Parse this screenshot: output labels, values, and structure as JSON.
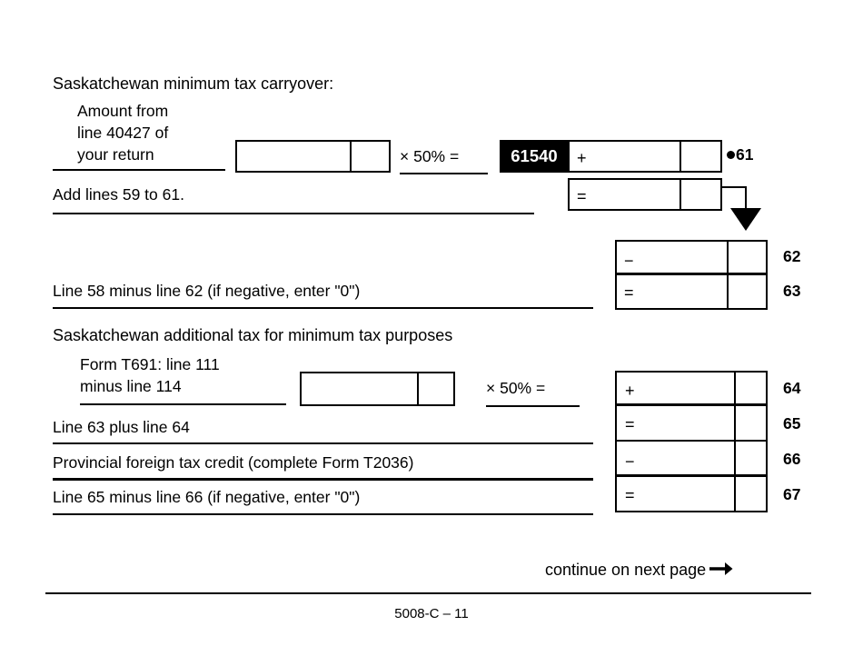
{
  "page": {
    "form_code": "5008-C – 11",
    "continue_note": "continue on next page",
    "continue_icon": "arrow-right-icon"
  },
  "section_carryover": {
    "heading": "Saskatchewan minimum tax carryover:",
    "amount_label_line1": "Amount from",
    "amount_label_line2": "line 40427 of",
    "amount_label_line3": "your return",
    "multiplier": "× 50% =",
    "highlight_value": "61540",
    "highlight_color": "#000000",
    "highlight_text_color": "#ffffff",
    "line61_marker": "61",
    "line61_operator": "+",
    "add_lines_label": "Add lines 59 to 61.",
    "add_lines_operator": "=",
    "input_field_value": "",
    "result_field_value": ""
  },
  "section_minus62": {
    "line62_operator": "−",
    "line62_marker": "62",
    "line62_value": "",
    "line63_label": "Line 58 minus line 62 (if negative, enter \"0\")",
    "line63_operator": "=",
    "line63_marker": "63",
    "line63_value": ""
  },
  "section_additional": {
    "heading": "Saskatchewan additional tax for minimum tax purposes",
    "t691_label_line1": "Form T691: line 111",
    "t691_label_line2": "minus line 114",
    "t691_input_value": "",
    "multiplier": "× 50% =",
    "line64_operator": "+",
    "line64_marker": "64",
    "line64_value": "",
    "line65_label": "Line 63 plus line 64",
    "line65_operator": "=",
    "line65_marker": "65",
    "line65_value": "",
    "line66_label": "Provincial foreign tax credit (complete Form T2036)",
    "line66_operator": "−",
    "line66_marker": "66",
    "line66_value": "",
    "line67_label": "Line 65 minus line 66 (if negative, enter \"0\")",
    "line67_operator": "=",
    "line67_marker": "67",
    "line67_value": ""
  }
}
